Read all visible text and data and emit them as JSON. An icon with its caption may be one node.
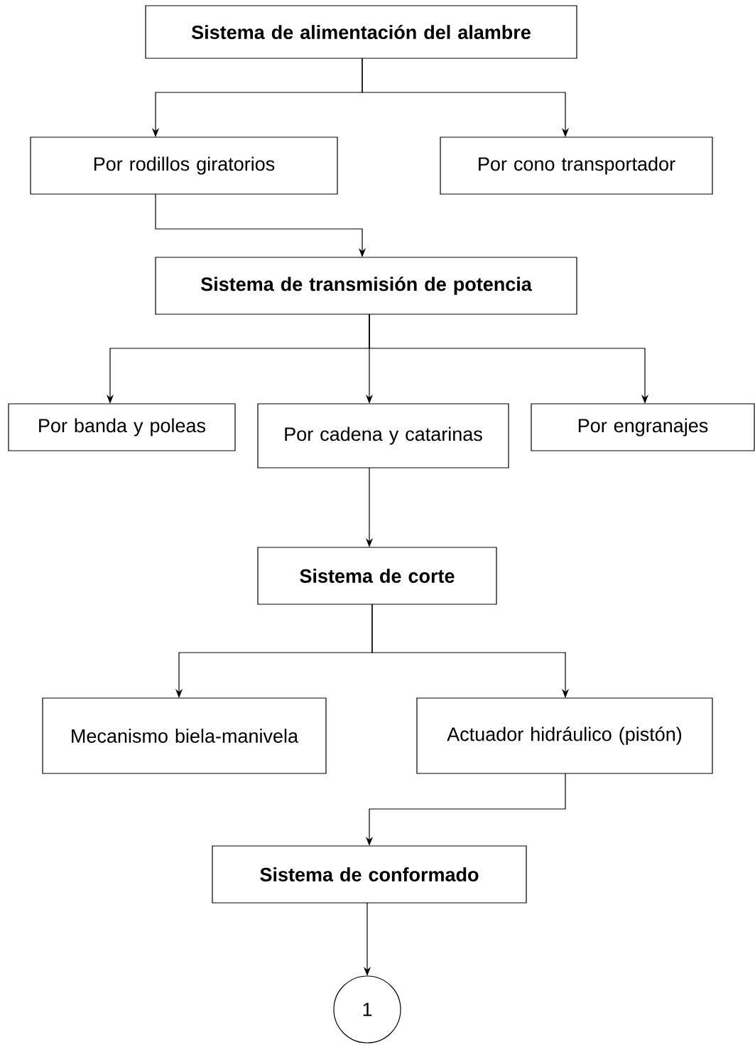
{
  "diagram": {
    "nodes": [
      {
        "text": [
          "Sistema de alimentación del alambre"
        ]
      },
      {
        "text": [
          "Por rodillos giratorios"
        ]
      },
      {
        "text": [
          "Por cono transportador"
        ]
      },
      {
        "text": [
          "Sistema de transmisión de potencia"
        ]
      },
      {
        "text": [
          "Por banda y poleas"
        ]
      },
      {
        "text": [
          "Por cadena y catarinas"
        ]
      },
      {
        "text": [
          "Por engranajes"
        ]
      },
      {
        "text": [
          "Sistema de corte"
        ]
      },
      {
        "text": [
          "Mecanismo biela-manivela"
        ]
      },
      {
        "text": [
          "Actuador hidráulico (pistón)"
        ]
      },
      {
        "text": [
          "Sistema de conformado"
        ]
      },
      {
        "text": [
          "1"
        ]
      }
    ],
    "edges": [
      {
        "from": 0,
        "to": 1,
        "arrow": "to"
      },
      {
        "from": 0,
        "to": 2,
        "arrow": "to"
      },
      {
        "from": 1,
        "to": 3,
        "arrow": "to"
      },
      {
        "from": 3,
        "to": 4,
        "arrow": "to"
      },
      {
        "from": 3,
        "to": 5,
        "arrow": "to"
      },
      {
        "from": 3,
        "to": 6,
        "arrow": "to"
      },
      {
        "from": 5,
        "to": 7,
        "arrow": "to"
      },
      {
        "from": 7,
        "to": 8,
        "arrow": "to"
      },
      {
        "from": 7,
        "to": 9,
        "arrow": "to"
      },
      {
        "from": 9,
        "to": 10,
        "arrow": "to"
      },
      {
        "from": 10,
        "to": 11,
        "arrow": "to"
      }
    ]
  }
}
